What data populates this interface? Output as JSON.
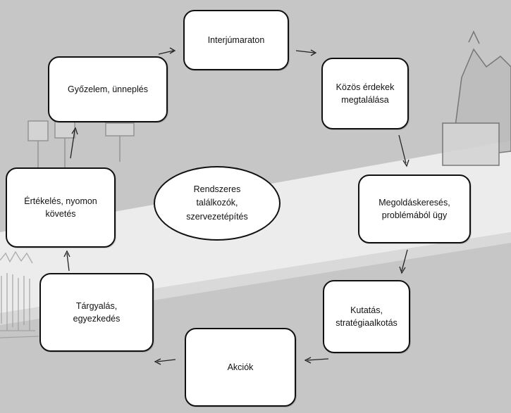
{
  "diagram": {
    "center": "Rendszeres\ntalálkozók,\nszervezetépítés",
    "nodes": [
      {
        "id": "interju",
        "label": "Interjúmaraton"
      },
      {
        "id": "kozos",
        "label": "Közös  érdekek\nmegtalálása"
      },
      {
        "id": "megoldas",
        "label": "Megoldáskeresés,\nproblémából  ügy"
      },
      {
        "id": "kutatas",
        "label": "Kutatás,\nstratégiaalkotás"
      },
      {
        "id": "akciok",
        "label": "Akciók"
      },
      {
        "id": "targyalas",
        "label": "Tárgyalás,\negyezkedés"
      },
      {
        "id": "ertekeles",
        "label": "Értékelés,  nyomon\nkövetés"
      },
      {
        "id": "gyozelem",
        "label": "Győzelem,  ünneplés"
      }
    ],
    "cycle_order": [
      "interju",
      "kozos",
      "megoldas",
      "kutatas",
      "akciok",
      "targyalas",
      "ertekeles",
      "gyozelem"
    ],
    "colors": {
      "background": "#c6c6c6",
      "road": "#ededed",
      "box_fill": "#ffffff",
      "border": "#111111"
    }
  }
}
